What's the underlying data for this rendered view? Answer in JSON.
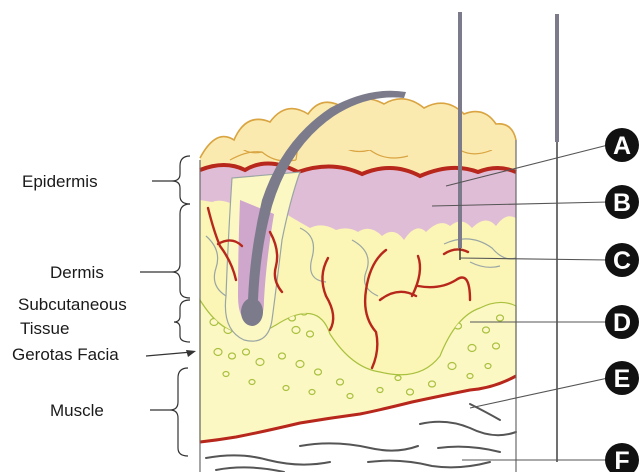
{
  "layer_labels": {
    "epidermis": "Epidermis",
    "dermis": "Dermis",
    "subcutaneous_line1": "Subcutaneous",
    "subcutaneous_line2": "Tissue",
    "gerotas_fascia": "Gerotas Facia",
    "muscle": "Muscle"
  },
  "markers": [
    "A",
    "B",
    "C",
    "D",
    "E",
    "F"
  ],
  "colors": {
    "epidermis_top": "#fbeab0",
    "epidermis_outline": "#d9a441",
    "basal_layer": "#e0bdd6",
    "dermis": "#fbf5b6",
    "subcutaneous": "#fcf8c4",
    "cell_outline": "#a9c13f",
    "vessel": "#b7271b",
    "hair": "#7b7b8b",
    "muscle_stroke": "#555555",
    "marker_fill": "#111111"
  }
}
